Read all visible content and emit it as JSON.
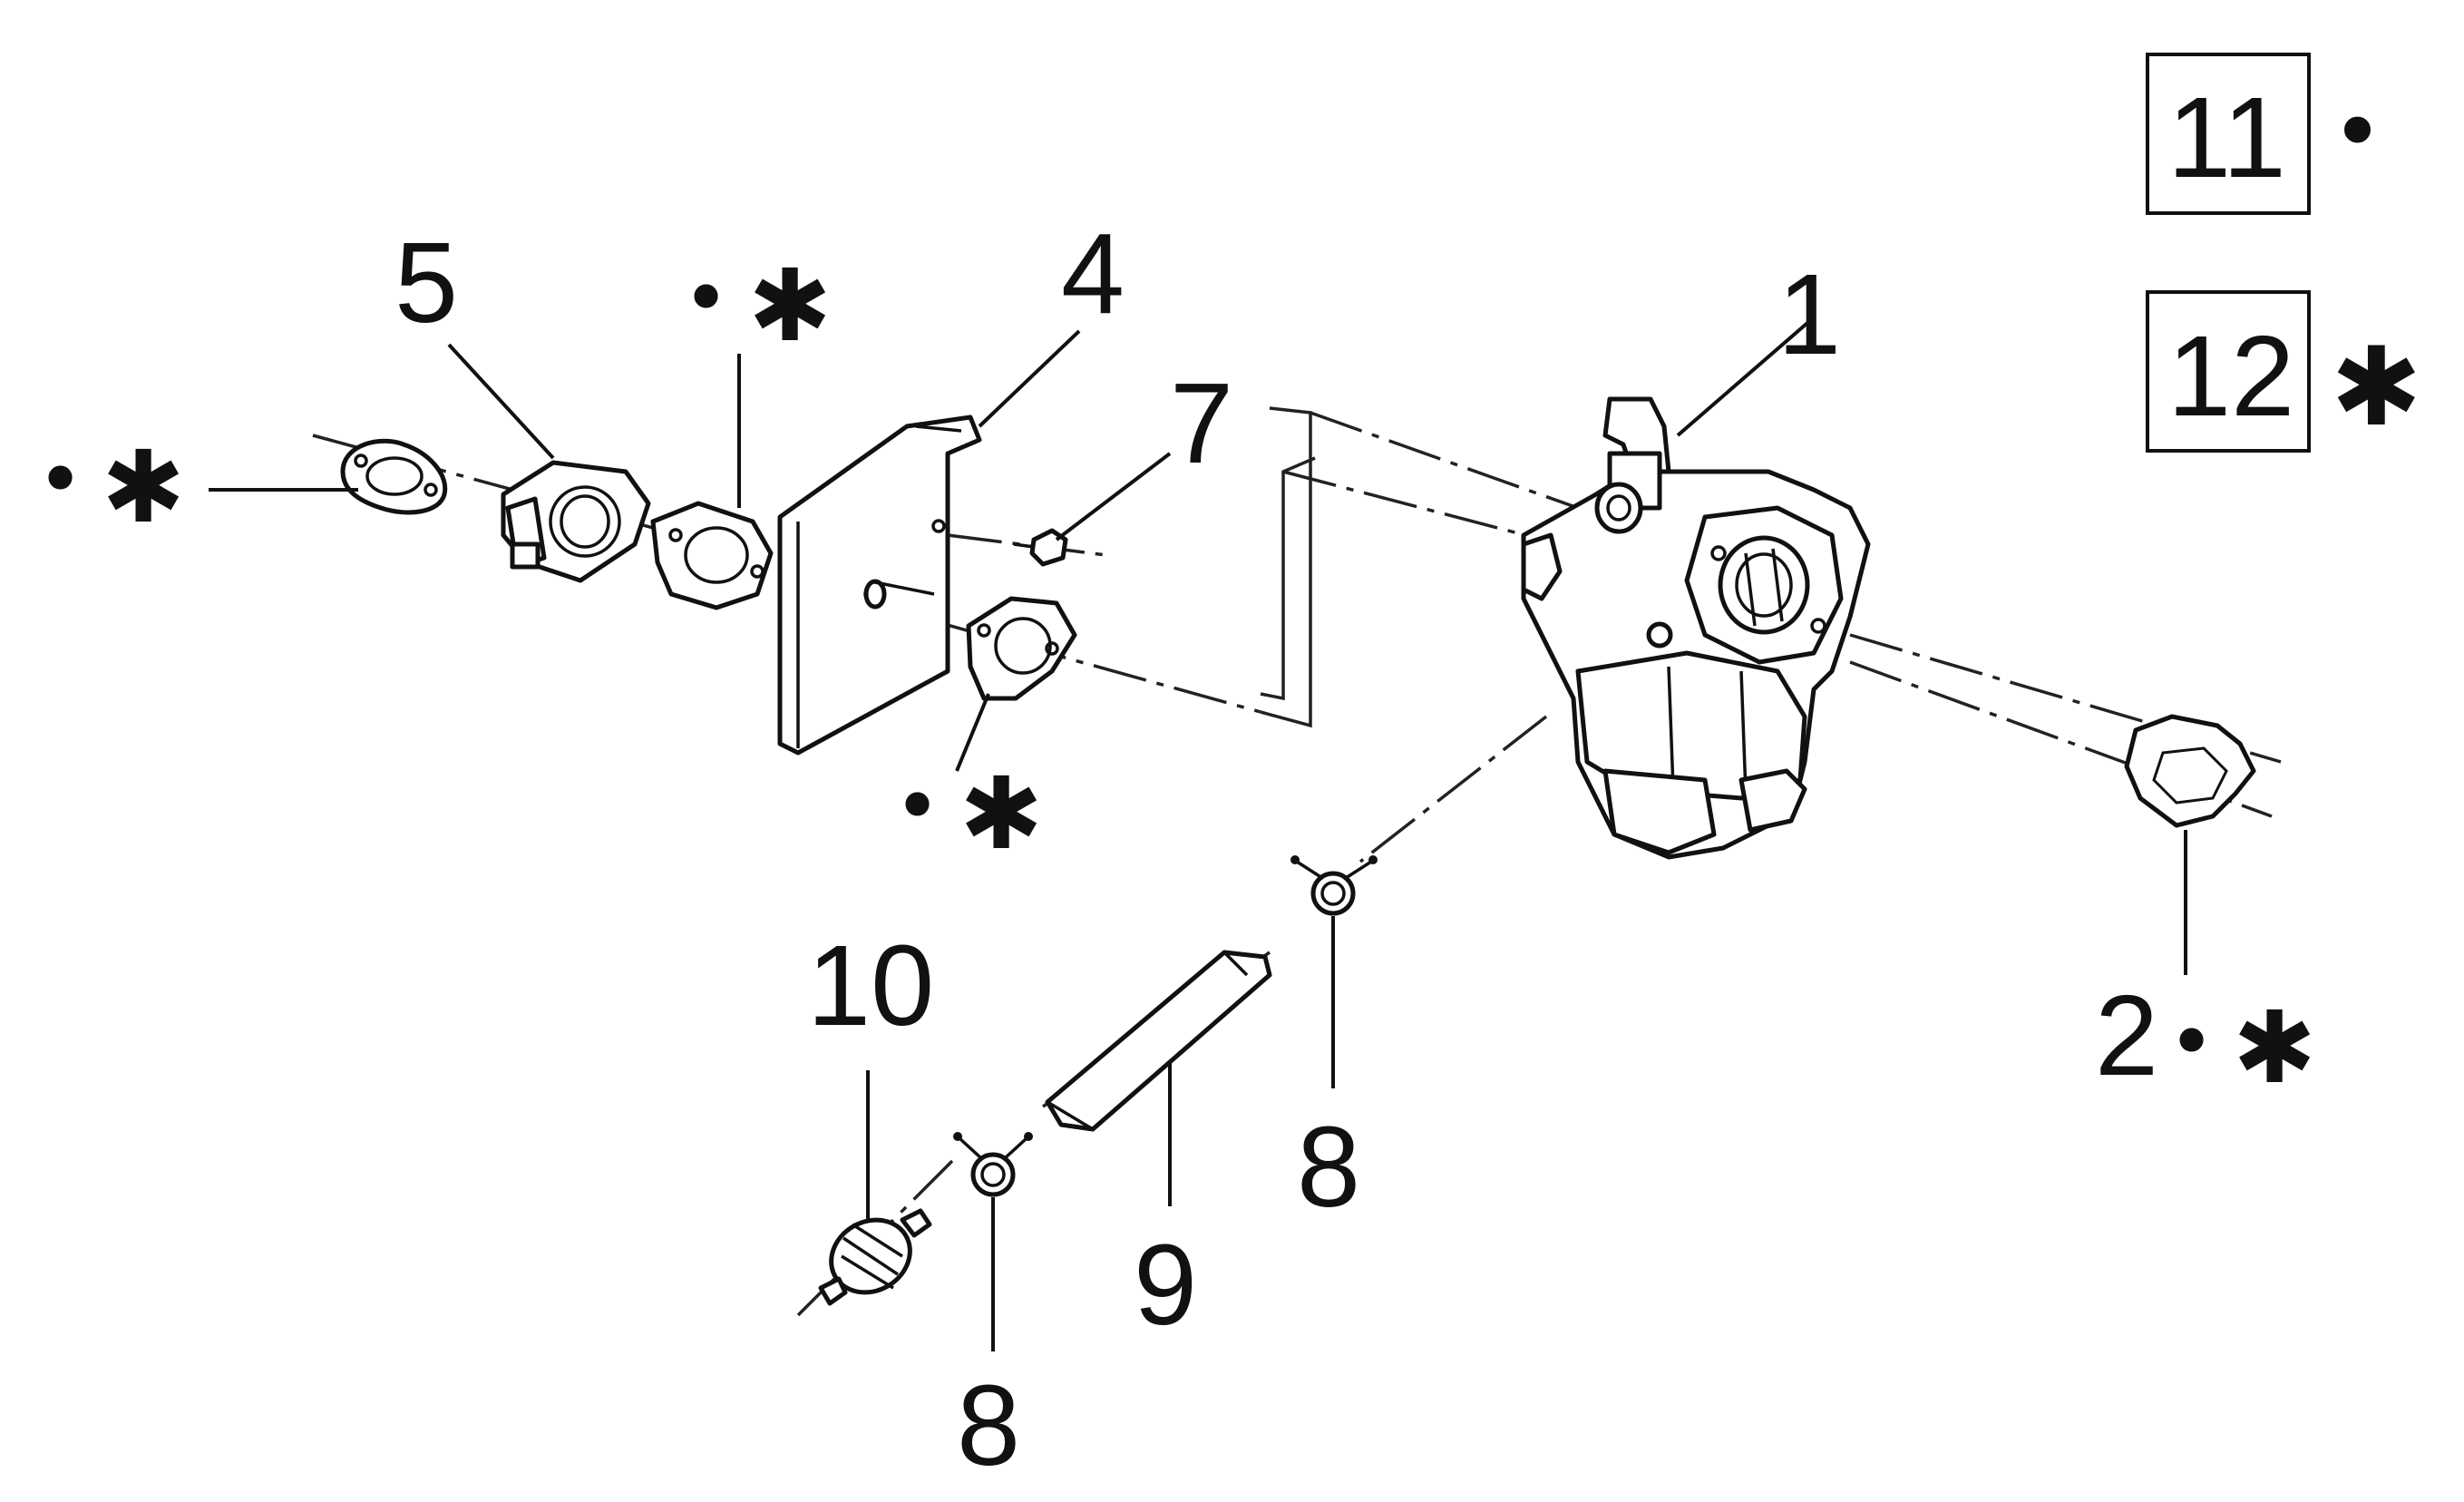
{
  "labels": {
    "p1": "1",
    "p2": "2",
    "p4": "4",
    "p5": "5",
    "p7": "7",
    "p8a": "8",
    "p8b": "8",
    "p9": "9",
    "p10": "10"
  },
  "legend": {
    "box11": "11",
    "box12": "12",
    "dot": "•",
    "star": "✱"
  },
  "marks": {
    "dot": "•",
    "star": "✱"
  }
}
